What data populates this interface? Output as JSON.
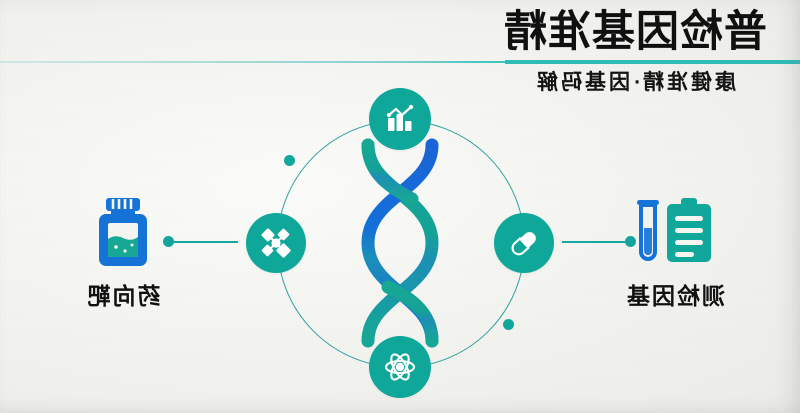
{
  "banner": {
    "orientation": "horizontally-mirrored",
    "background_color": "#f4f4f1",
    "accent_teal": "#10a79b",
    "accent_blue": "#1565d8",
    "divider_color": "#2fbcb6"
  },
  "header": {
    "title": "普检因基准精",
    "title_reading": "精准基因检测普",
    "subtitle": "康健准精·因基码解",
    "subtitle_reading": "解码基因·精准健康"
  },
  "hub": {
    "center_icon_name": "dna-double-helix",
    "ring_node_count": 2,
    "bubbles": [
      {
        "position": "top",
        "icon": "bar-chart-analytics-icon"
      },
      {
        "position": "left",
        "icon": "molecule-network-icon"
      },
      {
        "position": "right",
        "icon": "pill-capsule-icon"
      },
      {
        "position": "bottom",
        "icon": "atom-icon"
      }
    ]
  },
  "sides": {
    "left": {
      "icon": "medicine-bottle-icon",
      "label": "药向靶",
      "label_reading": "靶向药"
    },
    "right": {
      "icon": "test-tube-and-report-icon",
      "label": "测检因基",
      "label_reading": "基因检测"
    }
  }
}
